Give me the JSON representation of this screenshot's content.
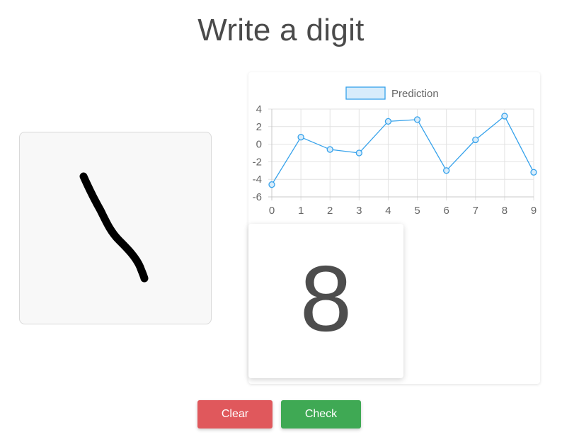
{
  "title": "Write a digit",
  "result": {
    "digit": "8"
  },
  "buttons": {
    "clear_label": "Clear",
    "check_label": "Check"
  },
  "colors": {
    "line": "#36a2eb",
    "fill": "#d7ecfb",
    "clear": "#e0585c",
    "check": "#3fa954"
  },
  "chart_data": {
    "type": "line",
    "x": [
      0,
      1,
      2,
      3,
      4,
      5,
      6,
      7,
      8,
      9
    ],
    "series": [
      {
        "name": "Prediction",
        "values": [
          -4.6,
          0.8,
          -0.6,
          -1.0,
          2.6,
          2.8,
          -3.0,
          0.5,
          3.2,
          -3.2
        ]
      }
    ],
    "xticks": [
      "0",
      "1",
      "2",
      "3",
      "4",
      "5",
      "6",
      "7",
      "8",
      "9"
    ],
    "yticks": [
      "4",
      "2",
      "0",
      "-2",
      "-4",
      "-6"
    ],
    "ylim": [
      -6,
      4
    ],
    "grid": true,
    "legend": "top"
  }
}
